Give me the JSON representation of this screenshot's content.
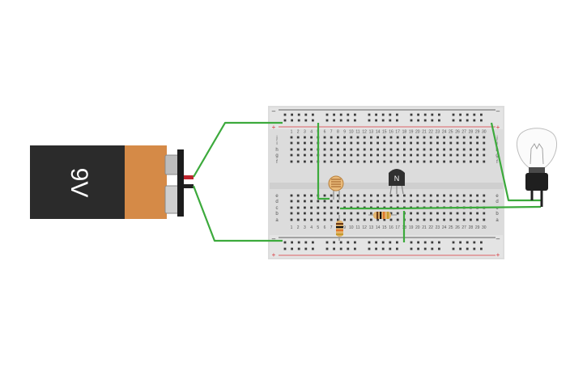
{
  "canvas": {
    "background": "#ffffff"
  },
  "battery": {
    "label": "9V",
    "body_color": "#2b2b2b",
    "band_color": "#d58a47",
    "terminal_color": "#cfcfcf"
  },
  "transistor": {
    "label": "N",
    "color": "#303030"
  },
  "breadboard": {
    "body_color": "#dcdcdc",
    "columns": [
      "1",
      "2",
      "3",
      "4",
      "5",
      "6",
      "7",
      "8",
      "9",
      "10",
      "11",
      "12",
      "13",
      "14",
      "15",
      "16",
      "17",
      "18",
      "19",
      "20",
      "21",
      "22",
      "23",
      "24",
      "25",
      "26",
      "27",
      "28",
      "29",
      "30"
    ],
    "rows_top": [
      "j",
      "i",
      "h",
      "g",
      "f"
    ],
    "rows_bottom": [
      "e",
      "d",
      "c",
      "b",
      "a"
    ],
    "rail_minus": "–",
    "rail_plus": "+",
    "rail_red": "#d8343a",
    "rail_black": "#333333"
  },
  "wire_color": "#3caa3c",
  "components": {
    "photoresistor": "photoresistor",
    "resistor_horizontal": "resistor",
    "resistor_vertical": "resistor",
    "bulb": "light bulb"
  }
}
